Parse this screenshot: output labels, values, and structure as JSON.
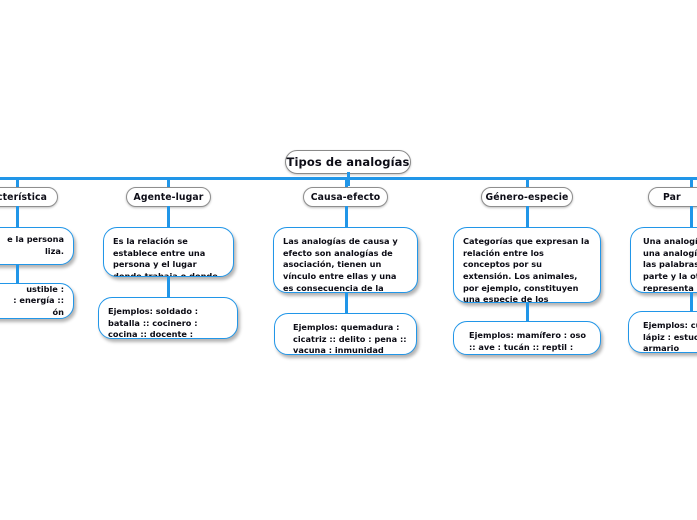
{
  "diagram": {
    "type": "mind-map",
    "title": "Tipos de analogías",
    "background": "#ffffff",
    "accent_color": "#2196e8",
    "node_border_color": "#8e8e8e",
    "text_color": "#0b0b14",
    "note": "Canvas is panned; the first and last branches are clipped by the viewport edges."
  },
  "root": {
    "label": "Tipos de analogías"
  },
  "branches": [
    {
      "id": "objeto-caracteristica",
      "label": "acterística",
      "label_clipped": true,
      "description": "e la persona\nliza.",
      "description_clipped": true,
      "examples": "ustible :\n : energía ::\nón",
      "examples_clipped": true
    },
    {
      "id": "agente-lugar",
      "label": "Agente-lugar",
      "label_clipped": false,
      "description": "Es la relación se establece entre una persona y el lugar donde trabaja o donde suele encontrarse.",
      "description_clipped": false,
      "examples": "Ejemplos: soldado : batalla :: cocinero : cocina :: docente : escuela",
      "examples_clipped": false
    },
    {
      "id": "causa-efecto",
      "label": "Causa-efecto",
      "label_clipped": false,
      "description": "Las analogías de causa y efecto son analogías de asociación, tienen un vínculo entre ellas y una es consecuencia de la otra. Son el ejemplo de que toda acción provoca un efecto.",
      "description_clipped": false,
      "examples": "Ejemplos: quemadura : cicatriz :: delito : pena :: vacuna : inmunidad",
      "examples_clipped": false
    },
    {
      "id": "genero-especie",
      "label": "Género-especie",
      "label_clipped": false,
      "description": "Categorías que expresan la relación entre los conceptos por su extensión. Los animales, por ejemplo, constituyen una especie de los organismos; los organismos son el género respecto a los animales.",
      "description_clipped": false,
      "examples": "Ejemplos: mamífero : oso :: ave : tucán :: reptil : tortuga",
      "examples_clipped": false
    },
    {
      "id": "parte-todo",
      "label": "Par",
      "label_clipped": true,
      "description": "Una analogía\nuna analogía\nlas palabras\nparte y la otr\nrepresenta e\nprimera.",
      "description_clipped": true,
      "examples": "Ejemplos: cuc\nlápiz : estuche\narmario",
      "examples_clipped": true
    }
  ]
}
